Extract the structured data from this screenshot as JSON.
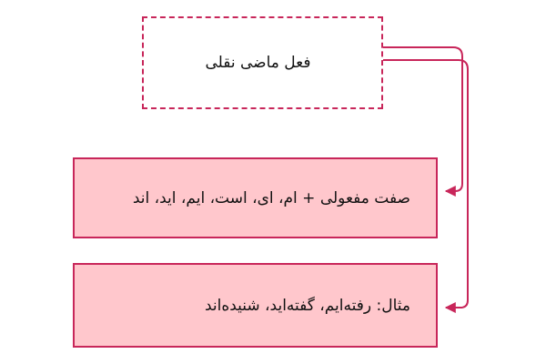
{
  "diagram": {
    "title": "فعل ماضی نقلی",
    "rule": "صفت مفعولی + ام، ای، است، ایم، اید، اند",
    "example": "مثال: رفته‌ایم، گفته‌اید، شنیده‌اند"
  },
  "colors": {
    "accent": "#c8265a",
    "box_fill": "#ffc7cc",
    "text": "#111111",
    "background": "#ffffff"
  }
}
